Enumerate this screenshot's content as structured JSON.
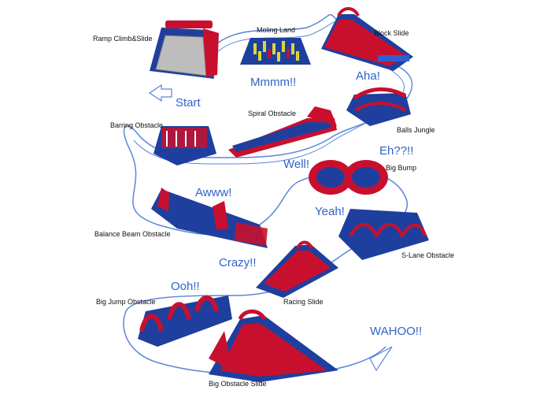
{
  "colors": {
    "red": "#c8102e",
    "blue": "#1f3f9e",
    "path": "#5a86d6",
    "text_blue": "#2f63c9"
  },
  "diagram": {
    "obstacles": [
      {
        "id": "ramp",
        "label": "Ramp Climb&Slide"
      },
      {
        "id": "moling",
        "label": "Moling Land"
      },
      {
        "id": "block",
        "label": "Block Slide"
      },
      {
        "id": "balls",
        "label": "Balls Jungle"
      },
      {
        "id": "spiral",
        "label": "Spiral Obstacle"
      },
      {
        "id": "barring",
        "label": "Barring Obstacle"
      },
      {
        "id": "bigbump",
        "label": "Big Bump"
      },
      {
        "id": "balance",
        "label": "Balance Beam Obstacle"
      },
      {
        "id": "slane",
        "label": "S-Lane Obstacle"
      },
      {
        "id": "racing",
        "label": "Racing Slide"
      },
      {
        "id": "bigjump",
        "label": "Big Jump Obstacle"
      },
      {
        "id": "bigslide",
        "label": "Big Obstacle Slide"
      }
    ],
    "exclamations": {
      "start": "Start",
      "mmmm": "Mmmm!!",
      "aha": "Aha!",
      "well": "Well!",
      "eh": "Eh??!!",
      "awww": "Awww!",
      "yeah": "Yeah!",
      "crazy": "Crazy!!",
      "ooh": "Ooh!!",
      "wahoo": "WAHOO!!"
    }
  }
}
